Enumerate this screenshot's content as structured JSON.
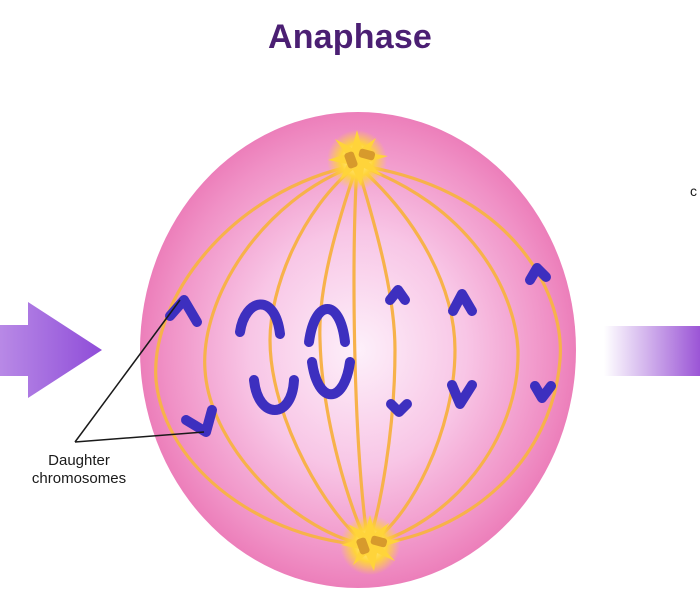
{
  "title": "Anaphase",
  "labels": {
    "daughter_line1": "Daughter",
    "daughter_line2": "chromosomes",
    "cut_off_right": "c"
  },
  "colors": {
    "title": "#4b1f73",
    "cell_outer": "#ee78b4",
    "cell_inner": "#fbe3f3",
    "spindle": "#f7b24a",
    "chromosome": "#3d2fbf",
    "centrosome": "#ffd43a",
    "arrow": "#9b55d6"
  }
}
